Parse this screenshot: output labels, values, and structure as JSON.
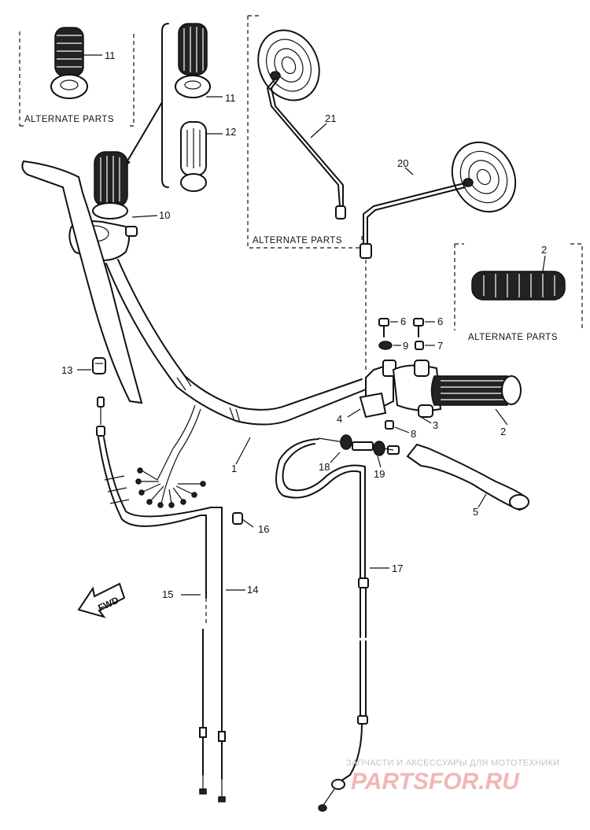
{
  "captions": {
    "alternate_grip_left": "ALTERNATE PARTS",
    "alternate_mirrors": "ALTERNATE PARTS",
    "alternate_grip_right": "ALTERNATE PARTS"
  },
  "fwd_label": "FWD",
  "callouts": {
    "p1": "1",
    "p2a": "2",
    "p2b": "2",
    "p3": "3",
    "p4": "4",
    "p5": "5",
    "p6a": "6",
    "p6b": "6",
    "p7": "7",
    "p8": "8",
    "p9": "9",
    "p10": "10",
    "p11a": "11",
    "p11b": "11",
    "p12": "12",
    "p13": "13",
    "p14": "14",
    "p15": "15",
    "p16": "16",
    "p17": "17",
    "p18": "18",
    "p19": "19",
    "p20": "20",
    "p21": "21"
  },
  "watermark": {
    "tagline": "ЗАПЧАСТИ И АКСЕССУАРЫ ДЛЯ МОТОТЕХНИКИ",
    "brand": "PARTSFOR.RU"
  }
}
